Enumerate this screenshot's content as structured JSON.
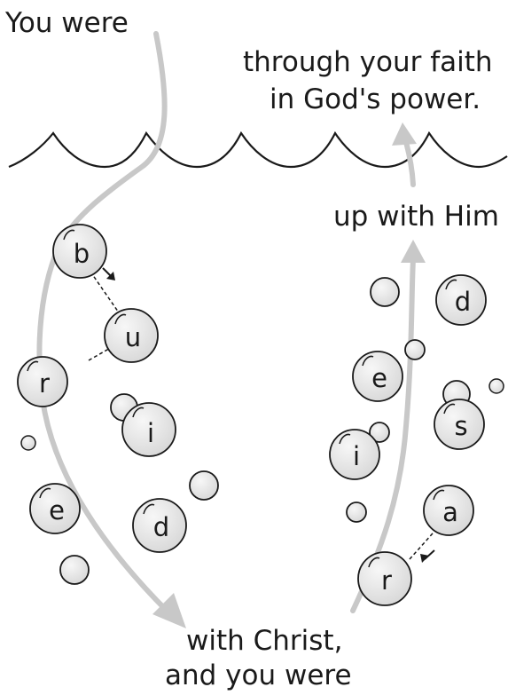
{
  "captions": {
    "top_left": "You were",
    "top_right_line1": "through your faith",
    "top_right_line2": "in God's power.",
    "right_mid": "up with Him",
    "bottom_line1": "with Christ,",
    "bottom_line2": "and you were"
  },
  "left_word": {
    "letters": [
      "b",
      "u",
      "r",
      "i",
      "e",
      "d"
    ]
  },
  "right_word": {
    "letters": [
      "d",
      "e",
      "s",
      "i",
      "a",
      "r"
    ]
  },
  "colors": {
    "path_arrow": "#c8c8c8",
    "bubble_fill": "#e6e6e6",
    "bubble_stroke": "#1a1a1a",
    "water_line": "#1a1a1a"
  }
}
